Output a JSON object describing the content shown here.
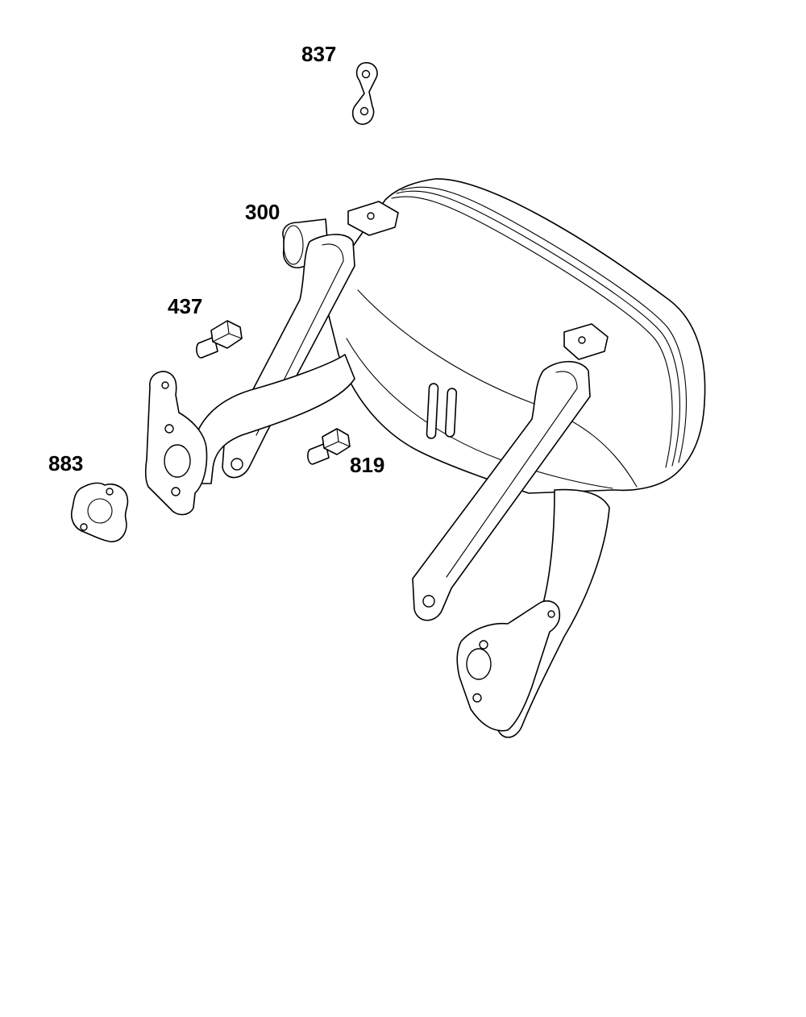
{
  "callouts": {
    "p837": "837",
    "p300": "300",
    "p437": "437",
    "p883": "883",
    "p819": "819"
  },
  "colors": {
    "line": "#000000",
    "background": "#ffffff"
  }
}
